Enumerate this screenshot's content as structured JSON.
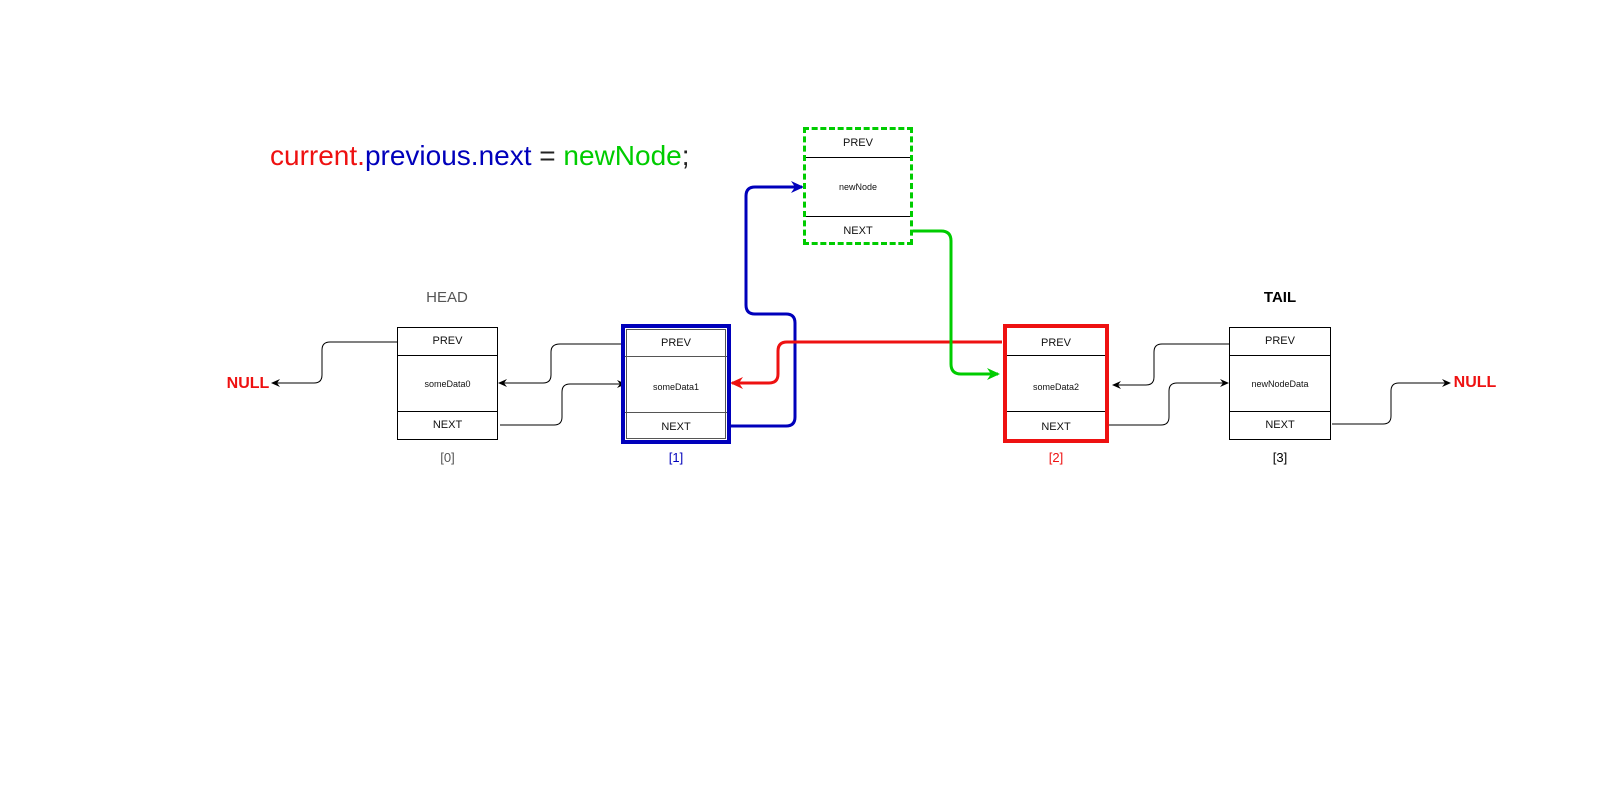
{
  "code": {
    "current": "current",
    "dot1": ".",
    "previous": "previous",
    "dot2": ".",
    "next": "next",
    "assign": " = ",
    "newNode": "newNode",
    "semicolon": ";"
  },
  "colors": {
    "red": "#ee1111",
    "blue": "#0000bb",
    "green": "#00cc00",
    "black": "#000000",
    "gray": "#555555"
  },
  "null_left": "NULL",
  "null_right": "NULL",
  "nodes": {
    "n0": {
      "prev": "PREV",
      "data": "someData0",
      "next": "NEXT",
      "index": "[0]",
      "title": "HEAD"
    },
    "n1": {
      "prev": "PREV",
      "data": "someData1",
      "next": "NEXT",
      "index": "[1]"
    },
    "new": {
      "prev": "PREV",
      "data": "newNode",
      "next": "NEXT"
    },
    "n2": {
      "prev": "PREV",
      "data": "someData2",
      "next": "NEXT",
      "index": "[2]"
    },
    "n3": {
      "prev": "PREV",
      "data": "newNodeData",
      "next": "NEXT",
      "index": "[3]",
      "title": "TAIL"
    }
  }
}
